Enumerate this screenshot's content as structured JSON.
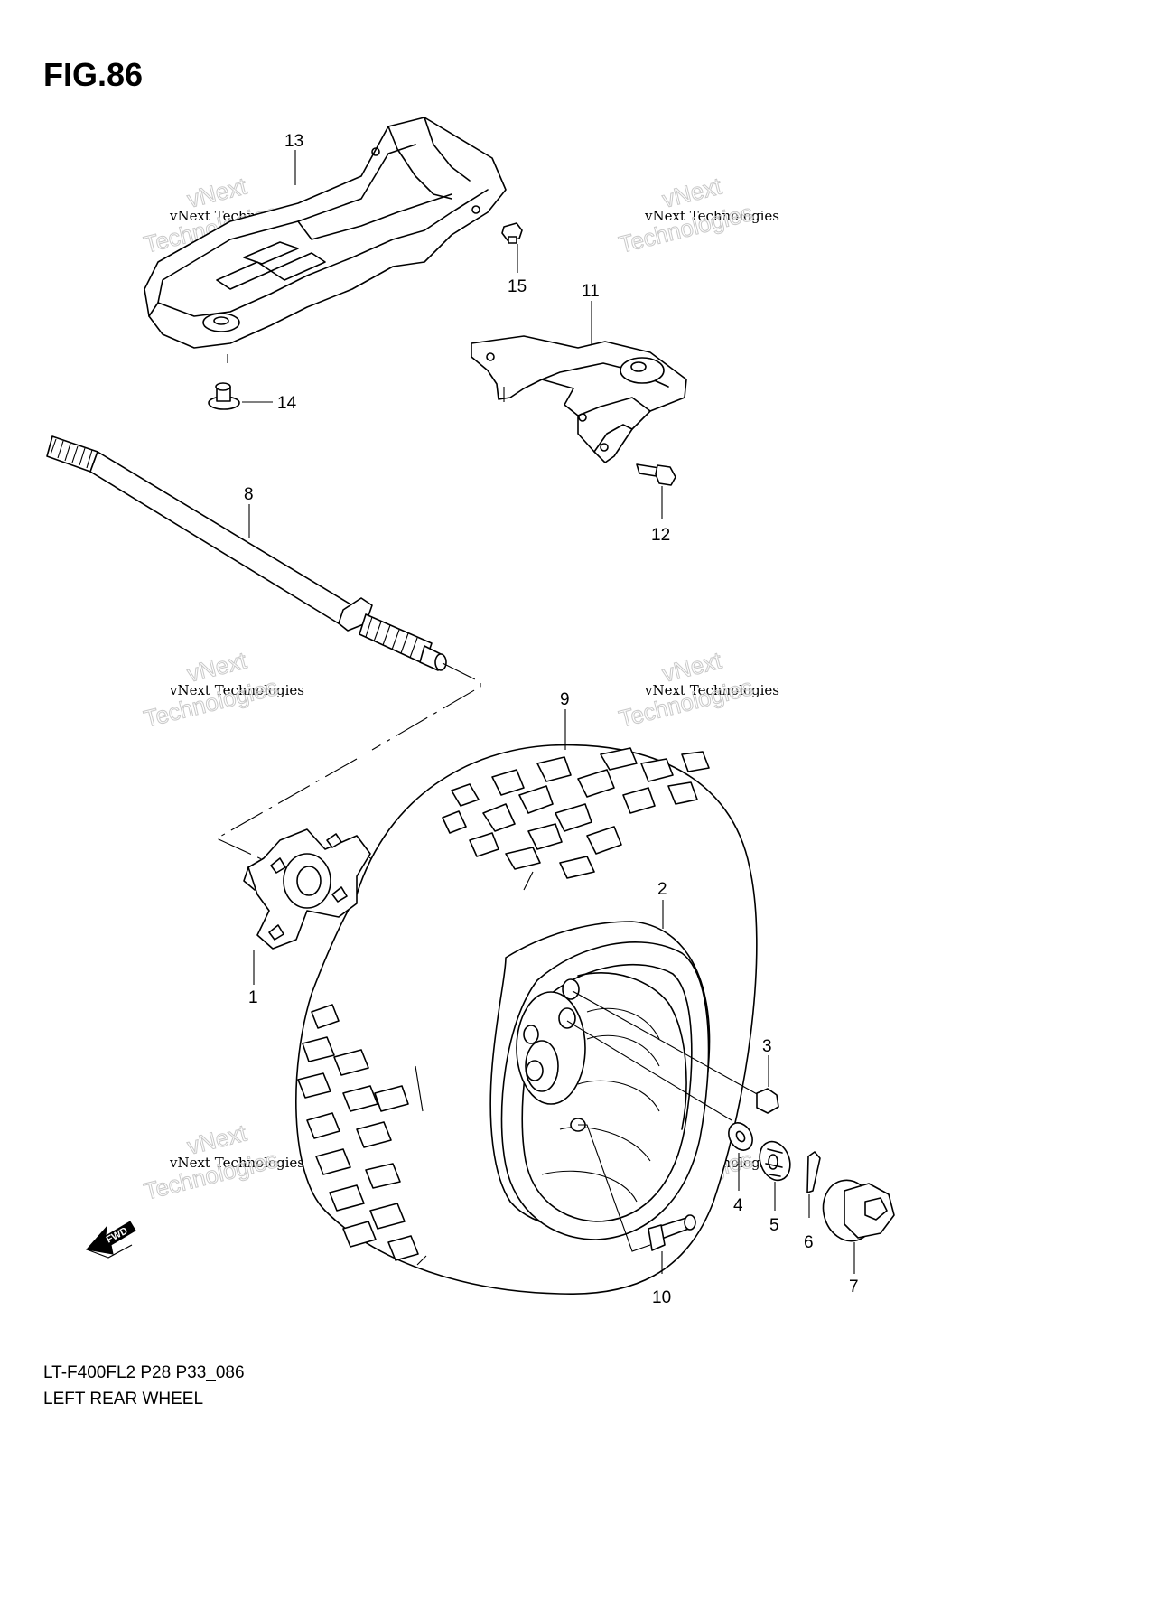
{
  "figure": {
    "title": "FIG.86",
    "model_code": "LT-F400FL2 P28 P33_086",
    "name": "LEFT REAR WHEEL"
  },
  "callouts": [
    "1",
    "2",
    "3",
    "4",
    "5",
    "6",
    "7",
    "8",
    "9",
    "10",
    "11",
    "12",
    "13",
    "14",
    "15"
  ],
  "parts": {
    "p1": "hub",
    "p2": "rim",
    "p3": "nut",
    "p4": "washer",
    "p5": "castle nut",
    "p6": "cotter pin",
    "p7": "cap",
    "p8": "rear axle shaft",
    "p9": "tire",
    "p10": "valve",
    "p11": "bracket",
    "p12": "bolt",
    "p13": "skid plate",
    "p14": "bolt",
    "p15": "bolt"
  },
  "watermark": {
    "line1": "vNext",
    "line2": "vNext Technologies",
    "line3": "Technologies"
  },
  "direction_marker": "FWD"
}
